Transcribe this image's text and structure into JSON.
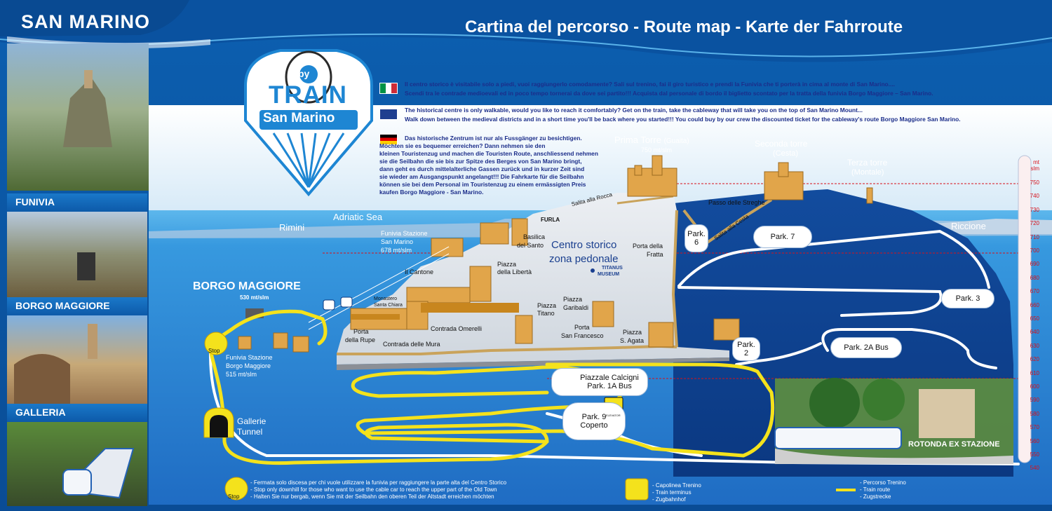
{
  "header": {
    "brand": "SAN MARINO",
    "title": "Cartina del percorso  -  Route  map -  Karte der Fahrroute"
  },
  "logo": {
    "by": "by",
    "word": "TRAIN",
    "sub": "San Marino"
  },
  "sidebar": {
    "funivia": "FUNIVIA",
    "borgo": "BORGO MAGGIORE",
    "galleria": "GALLERIA"
  },
  "intro": {
    "it_1": "Il centro storico è visitabile solo a piedi, vuoi raggiungerlo comodamente? Sali sul trenino, fai il giro turistico e prendi la Funivia che ti porterà in cima al monte di San Marino....",
    "it_2": "Scendi tra le contrade medioevali ed in poco tempo tornerai da dove sei partito!!! Acquista dal personale di bordo il biglietto scontato per la tratta della funivia Borgo Maggiore – San Marino.",
    "en_1": "The historical centre is only walkable, would you like to reach it comfortably? Get on the train, take the cableway that will take you on the top of San Marino Mount...",
    "en_2": "Walk down between the medieval districts and in a short time you'll be back where you started!!! You could buy by our crew the discounted ticket for the cableway's route Borgo Maggiore San Marino.",
    "de_1": "Das historische Zentrum ist nur als Fussgänger zu besichtigen.",
    "de_2": "Möchten sie es bequemer erreichen? Dann nehmen sie den",
    "de_3": "kleinen Touristenzug und machen die Touristen Route, anschliessend nehmen",
    "de_4": "sie die Seilbahn die sie bis zur Spitze des Berges von San Marino bringt,",
    "de_5": "dann geht es durch mittelalterliche Gassen zurück und in kurzer Zeit sind",
    "de_6": "sie wieder am Ausgangspunkt angelangt!!! Die Fahrkarte für die Seilbahn",
    "de_7": "können sie bei dem Personal im Touristenzug zu einem ermässigten Preis",
    "de_8": "kaufen  Borgo Maggiore - San Marino."
  },
  "map": {
    "adriatic": "Adriatic Sea",
    "rimini": "Rimini",
    "riccione": "Riccione",
    "prima_torre": "Prima Torre",
    "prima_torre_sub": "(Guaita)",
    "prima_torre_alt": "750 mt/slm",
    "seconda_torre": "Seconda torre",
    "seconda_torre_sub": "(Cesta)",
    "terza_torre": "Terza torre",
    "terza_torre_sub": "(Montale)",
    "salita_rocca": "Salita alla Rocca",
    "passo_streghe": "Passo delle Streghe",
    "salita_cesta": "Salita alla Cesta",
    "furla": "FURLA",
    "funivia_stazione_sm_1": "Funivia Stazione",
    "funivia_stazione_sm_2": "San Marino",
    "funivia_stazione_sm_3": "678 mt/slm",
    "basilica_1": "Basilica",
    "basilica_2": "del Santo",
    "centro_storico": "Centro storico",
    "zona_pedonale": "zona pedonale",
    "titanus_1": "TITANUS",
    "titanus_2": "MUSEUM",
    "porta_fratta_1": "Porta della",
    "porta_fratta_2": "Fratta",
    "il_cantone": "Il Cantone",
    "piazza_liberta_1": "Piazza",
    "piazza_liberta_2": "della Libertà",
    "monastero_1": "Monastero",
    "monastero_2": "Santa Chiara",
    "piazza_titano_1": "Piazza",
    "piazza_titano_2": "Titano",
    "piazza_garibaldi_1": "Piazza",
    "piazza_garibaldi_2": "Garibaldi",
    "contrada_omerelli": "Contrada Omerelli",
    "porta_rupe_1": "Porta",
    "porta_rupe_2": "della Rupe",
    "porta_sf_1": "Porta",
    "porta_sf_2": "San Francesco",
    "piazza_sagata_1": "Piazza",
    "piazza_sagata_2": "S. Agata",
    "contrada_mura": "Contrada delle Mura",
    "borgo_maggiore": "BORGO MAGGIORE",
    "borgo_alt": "530 mt/slm",
    "stop": "Stop",
    "funivia_bm_1": "Funivia Stazione",
    "funivia_bm_2": "Borgo Maggiore",
    "funivia_bm_3": "515 mt/slm",
    "gallerie_1": "Gallerie",
    "gallerie_2": "Tunnel",
    "calcigni_1": "Piazzale Calcigni",
    "calcigni_2": "Park. 1A Bus",
    "park9_1": "Park. 9",
    "park9_2": "Coperto",
    "elevator": "ELEVATOR",
    "park6_1": "Park.",
    "park6_2": "6",
    "park7": "Park. 7",
    "park3": "Park. 3",
    "park2_1": "Park.",
    "park2_2": "2",
    "park2a": "Park. 2A Bus",
    "rotonda": "ROTONDA EX STAZIONE"
  },
  "ruler": {
    "unit_1": "mt",
    "unit_2": "slm",
    "ticks": [
      "750",
      "740",
      "730",
      "720",
      "710",
      "700",
      "690",
      "680",
      "670",
      "660",
      "650",
      "640",
      "630",
      "620",
      "610",
      "600",
      "590",
      "580",
      "570",
      "560",
      "550",
      "540"
    ]
  },
  "legend": {
    "stop_1": "- Fermata solo discesa per chi vuole utilizzare la funivia per raggiungere la parte alta del Centro Storico",
    "stop_2": "- Stop only downhill for those who want to use the cable car to reach the upper part of the Old Town",
    "stop_3": "- Halten Sie nur bergab, wenn Sie mit der Seilbahn den oberen Teil der Altstadt erreichen möchten",
    "terminus_1": "- Capolinea Trenino",
    "terminus_2": "- Train terminus",
    "terminus_3": "- Zugbahnhof",
    "route_1": "- Percorso Trenino",
    "route_2": "- Train route",
    "route_3": "- Zugstrecke"
  },
  "colors": {
    "route": "#f4e21c",
    "road": "#ffffff",
    "sea": "#2f8fd8",
    "mountain": "#0f3f8f",
    "altitude_line": "#d7101a"
  }
}
